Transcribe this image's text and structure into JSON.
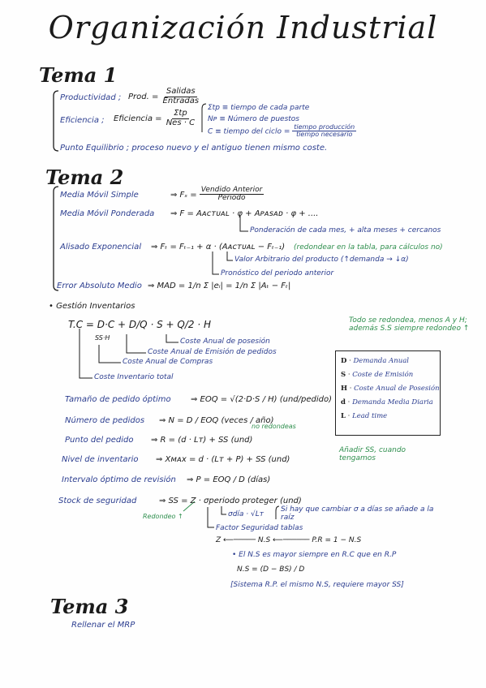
{
  "title": "Organización Industrial",
  "tema1": {
    "heading": "Tema 1",
    "productividad_label": "Productividad ;",
    "prod_formula_lhs": "Prod. =",
    "prod_num": "Salidas",
    "prod_den": "Entradas",
    "eficiencia_label": "Eficiencia ;",
    "eficiencia_lhs": "Eficiencia =",
    "efi_num": "Σtp",
    "efi_den": "Nes · C",
    "def_tp": "Σtp ≡ tiempo de cada parte",
    "def_np": "Nᴘ ≡ Número de puestos",
    "def_c": "C ≡ tiempo del ciclo =",
    "def_c_num": "tiempo producción",
    "def_c_den": "tiempo necesario",
    "punto_equilibrio": "Punto Equilibrio ; proceso nuevo y el antiguo tienen mismo coste."
  },
  "tema2": {
    "heading": "Tema 2",
    "mms_label": "Media Móvil Simple",
    "mms_formula": "⇒  Fₛ =",
    "mms_num": "Vendido Anterior",
    "mms_den": "Periodo",
    "mmp_label": "Media Móvil Ponderada",
    "mmp_formula": "⇒  F = Aᴀᴄᴛᴜᴀʟ · φ + Aᴘᴀsᴀᴅ · φ + ....",
    "mmp_note": "Ponderación de cada mes, + alta meses + cercanos",
    "alis_label": "Alisado Exponencial",
    "alis_formula": "⇒  Fₜ = Fₜ₋₁ + α · (Aᴀᴄᴛᴜᴀʟ − Fₜ₋₁)",
    "alis_green": "(redondear en la tabla, para cálculos no)",
    "alis_note_alpha": "Valor Arbitrario del producto (↑demanda → ↓α)",
    "alis_note_prev": "Pronóstico del periodo anterior",
    "mad_label": "Error Absoluto Medio",
    "mad_formula": "⇒ MAD = 1/n Σ |eᵢ| = 1/n Σ |Aₜ − Fₜ|",
    "gestion": "• Gestión Inventarios",
    "ct_formula": "T.C = D·C + D/Q · S + Q/2 · H",
    "ct_sub": "SS·H",
    "ct_note_right": "Todo se redondea, menos A y H; además S.S siempre redondeo ↑",
    "ct_pos": "Coste Anual de posesión",
    "ct_emision": "Coste Anual de Emisión de pedidos",
    "ct_compras": "Coste Anual de Compras",
    "ct_total": "Coste Inventario total",
    "legend": [
      {
        "k": "D",
        "v": "Demanda Anual"
      },
      {
        "k": "S",
        "v": "Coste de Emisión"
      },
      {
        "k": "H",
        "v": "Coste Anual de Posesión"
      },
      {
        "k": "d",
        "v": "Demanda Media Diaria"
      },
      {
        "k": "L",
        "v": "Lead time"
      }
    ],
    "eoq_label": "Tamaño de pedido óptimo",
    "eoq_formula": "⇒ EOQ = √(2·D·S / H)   (und/pedido)",
    "npedidos_label": "Número de pedidos",
    "npedidos_formula": "⇒  N = D / EOQ   (veces / año)",
    "npedidos_note": "no redondeas",
    "punto_pedido_label": "Punto del pedido",
    "punto_pedido_formula": "⇒ R = (d · Lт) + SS   (und)",
    "punto_pedido_green": "Añadir SS, cuando tengamos",
    "nivel_label": "Nivel de inventario",
    "nivel_formula": "⇒ Xᴍᴀx = d · (Lт + P) + SS  (und)",
    "intervalo_label": "Intervalo óptimo de revisión",
    "intervalo_formula": "⇒  P = EOQ / D   (días)",
    "stock_label": "Stock de seguridad",
    "stock_formula": "⇒ SS = Z · σperiodo proteger  (und)",
    "stock_green": "Redondeo ↑",
    "stock_sigma": "σdía · √Lт",
    "stock_brace": "Si hay que cambiar σ a días se añade a la raíz",
    "factor": "Factor Seguridad tablas",
    "factor_line": "Z ⟵───── N.S ⟵────── P.R = 1 − N.S",
    "ns_note": "• El N.S es mayor siempre en R.C que en R.P",
    "ns_formula": "N.S = (D − BS) / D",
    "ns_bracket": "[Sistema R.P. el mismo N.S, requiere mayor SS]"
  },
  "tema3": {
    "heading": "Tema 3",
    "note": "Rellenar el MRP"
  }
}
